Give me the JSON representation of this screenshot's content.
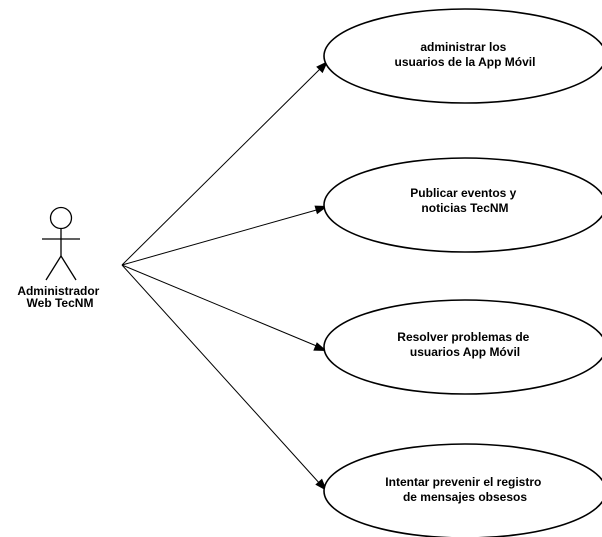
{
  "actor": {
    "name_line1": "Administrador",
    "name_line2": "Web TecNM"
  },
  "use_cases": [
    {
      "line1": "administrar los",
      "line2": "usuarios de la App Móvil"
    },
    {
      "line1": "Publicar eventos y",
      "line2": "noticias TecNM"
    },
    {
      "line1": "Resolver problemas de",
      "line2": "usuarios App Móvil"
    },
    {
      "line1": "Intentar prevenir el registro",
      "line2": "de mensajes obsesos"
    }
  ]
}
